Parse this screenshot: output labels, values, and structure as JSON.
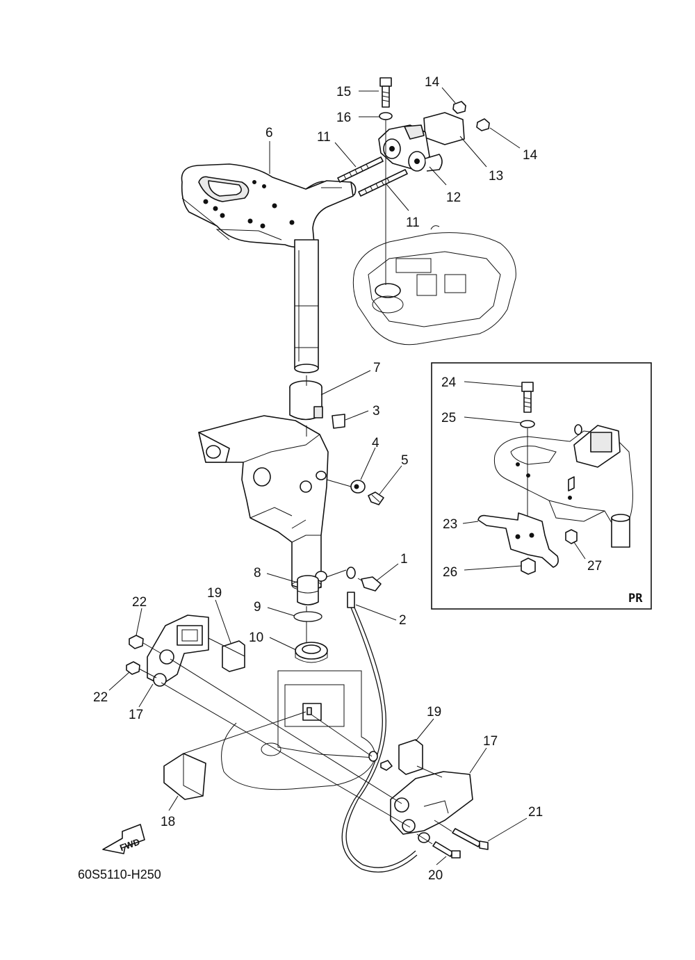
{
  "diagram": {
    "code": "60S5110-H250",
    "fwd_label": "FWD",
    "inset_label": "PR",
    "callouts": [
      "1",
      "2",
      "3",
      "4",
      "5",
      "6",
      "7",
      "8",
      "9",
      "10",
      "11",
      "11",
      "12",
      "13",
      "14",
      "14",
      "15",
      "16",
      "17",
      "17",
      "18",
      "19",
      "19",
      "20",
      "21",
      "22",
      "22",
      "23",
      "24",
      "25",
      "26",
      "27"
    ]
  }
}
